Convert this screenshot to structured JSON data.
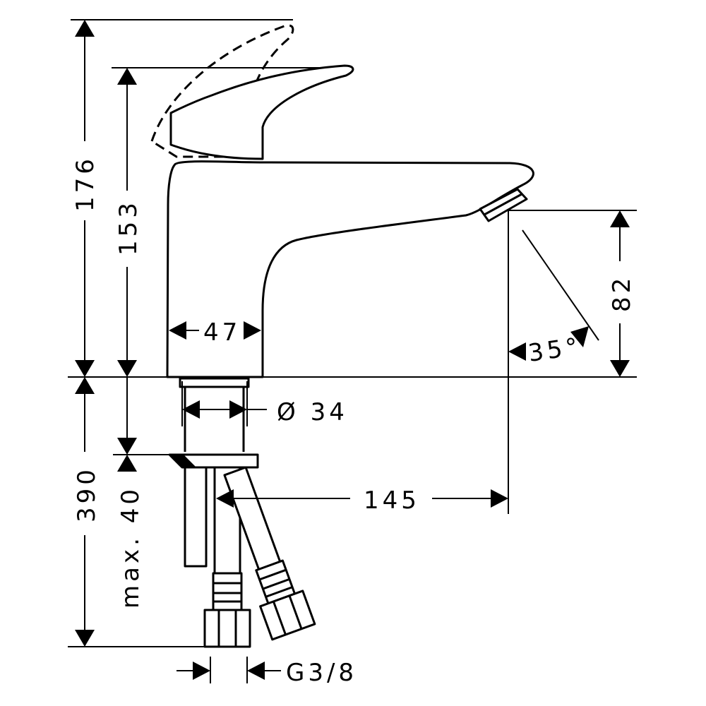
{
  "dimensions": {
    "total_height": "176",
    "spout_height": "153",
    "body_width": "47",
    "pipe_diameter": "Ø 34",
    "spout_clearance": "82",
    "spray_angle": "35°",
    "projection": "145",
    "hose_length": "390",
    "max_deck_thickness": "max. 40",
    "connection_thread": "G3/8"
  },
  "colors": {
    "line": "#000000",
    "background": "#ffffff"
  }
}
